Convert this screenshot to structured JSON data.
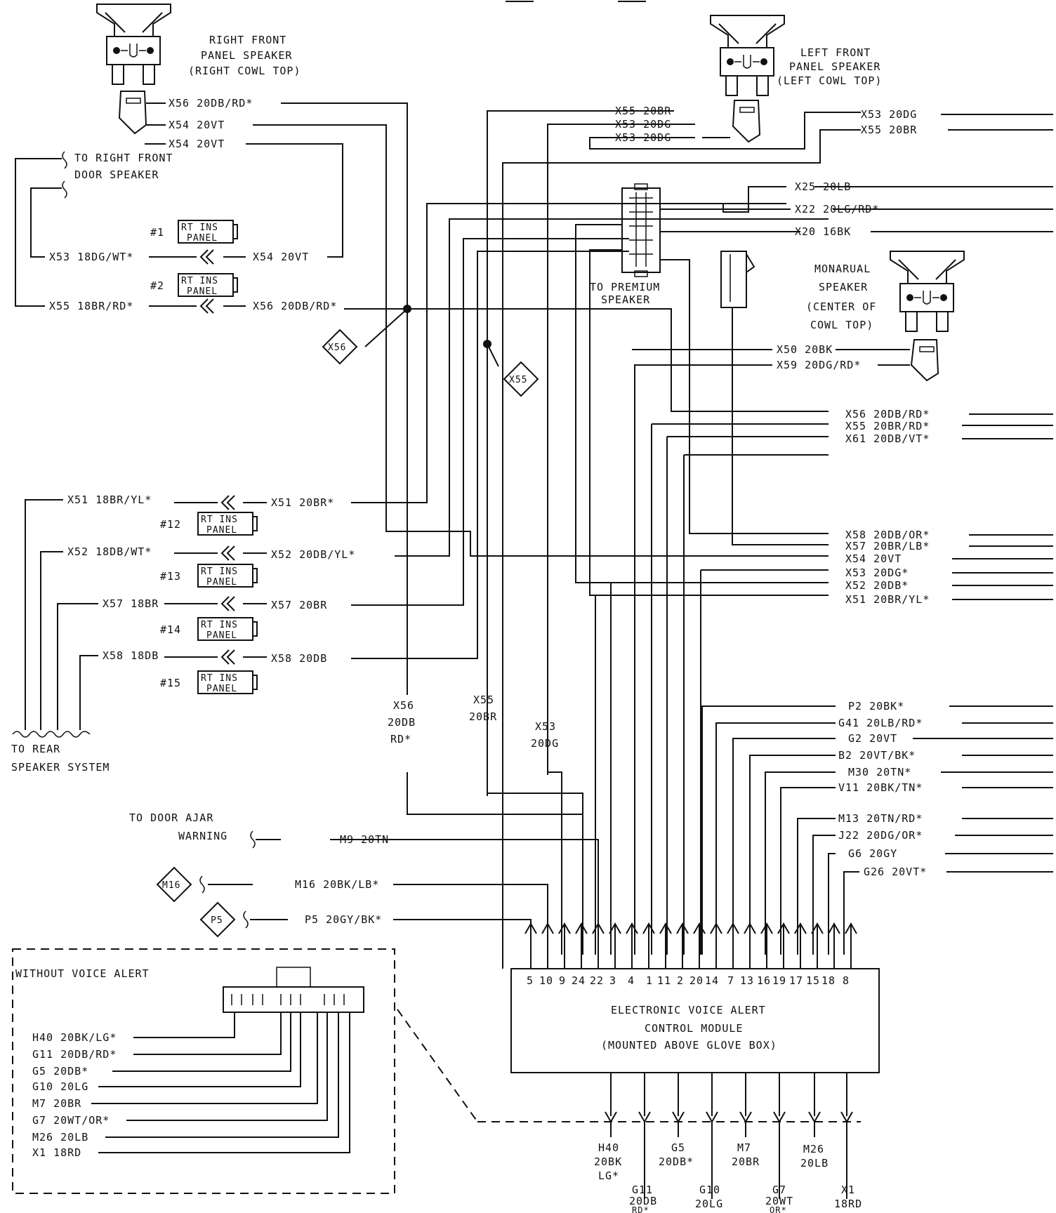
{
  "labels": {
    "rf_speaker": [
      "RIGHT FRONT",
      "PANEL SPEAKER",
      "(RIGHT COWL TOP)"
    ],
    "lf_speaker": [
      "LEFT FRONT",
      "PANEL SPEAKER",
      "(LEFT COWL TOP)"
    ],
    "mono_speaker": [
      "MONARUAL",
      "SPEAKER",
      "(CENTER OF",
      "COWL TOP)"
    ],
    "rf_door": [
      "TO RIGHT FRONT",
      "DOOR SPEAKER"
    ],
    "premium": [
      "TO PREMIUM",
      "SPEAKER"
    ],
    "rear": [
      "TO REAR",
      "SPEAKER SYSTEM"
    ],
    "door_ajar": [
      "TO DOOR AJAR",
      "WARNING"
    ],
    "module": [
      "ELECTRONIC VOICE ALERT",
      "CONTROL MODULE",
      "(MOUNTED ABOVE GLOVE BOX)"
    ],
    "without": "WITHOUT VOICE ALERT",
    "rt_ins": [
      "RT INS",
      "PANEL"
    ]
  },
  "splices": {
    "x56": "X56",
    "x55": "X55",
    "m16": "M16",
    "p5": "P5"
  },
  "panel_refs": {
    "n1": "#1",
    "n2": "#2",
    "n12": "#12",
    "n13": "#13",
    "n14": "#14",
    "n15": "#15"
  },
  "wires": {
    "rf_x56": "X56 20DB/RD*",
    "rf_x54a": "X54 20VT",
    "rf_x54b": "X54 20VT",
    "x53_18": "X53 18DG/WT*",
    "x54_20": "X54 20VT",
    "x55_18": "X55 18BR/RD*",
    "x56_20": "X56 20DB/RD*",
    "lf_x55": "X55 20BR",
    "lf_x53a": "X53 20DG",
    "lf_x53b": "X53 20DG",
    "r_x53": "X53 20DG",
    "r_x55": "X55 20BR",
    "r_x25": "X25 20LB",
    "r_x22": "X22 20LG/RD*",
    "r_x20": "X20 16BK",
    "r_x50": "X50 20BK",
    "r_x59": "X59 20DG/RD*",
    "r_x56": "X56 20DB/RD*",
    "r_x55b": "X55 20BR/RD*",
    "r_x61": "X61 20DB/VT*",
    "r_x58": "X58 20DB/OR*",
    "r_x57": "X57 20BR/LB*",
    "r_x54": "X54 20VT",
    "r_x53b": "X53 20DG*",
    "r_x52": "X52 20DB*",
    "r_x51": "X51 20BR/YL*",
    "l_x51": "X51 18BR/YL*",
    "l_x52": "X52 18DB/WT*",
    "l_x57": "X57 18BR",
    "l_x58": "X58 18DB",
    "m_x51": "X51 20BR*",
    "m_x52": "X52 20DB/YL*",
    "m_x57": "X57 20BR",
    "m_x58": "X58 20DB",
    "v_x56": [
      "X56",
      "20DB",
      "RD*"
    ],
    "v_x55": [
      "X55",
      "20BR"
    ],
    "v_x53": [
      "X53",
      "20DG"
    ],
    "p2": "P2 20BK*",
    "g41": "G41 20LB/RD*",
    "g2": "G2 20VT",
    "b2": "B2 20VT/BK*",
    "m30": "M30 20TN*",
    "v11": "V11 20BK/TN*",
    "m13": "M13 20TN/RD*",
    "j22": "J22 20DG/OR*",
    "g6": "G6 20GY",
    "g26": "G26 20VT*",
    "m9": "M9 20TN",
    "m16": "M16 20BK/LB*",
    "p5": "P5 20GY/BK*",
    "wo_h40": "H40 20BK/LG*",
    "wo_g11": "G11 20DB/RD*",
    "wo_g5": "G5 20DB*",
    "wo_g10": "G10 20LG",
    "wo_m7": "M7 20BR",
    "wo_g7": "G7 20WT/OR*",
    "wo_m26": "M26 20LB",
    "wo_x1": "X1 18RD",
    "b_h40": [
      "H40",
      "20BK",
      "LG*"
    ],
    "b_g11": [
      "G11",
      "20DB",
      "RD*"
    ],
    "b_g5": [
      "G5",
      "20DB*"
    ],
    "b_g10": [
      "G10",
      "20LG"
    ],
    "b_m7": [
      "M7",
      "20BR"
    ],
    "b_g7": [
      "G7",
      "20WT",
      "OR*"
    ],
    "b_m26": [
      "M26",
      "20LB"
    ],
    "b_x1": [
      "X1",
      "18RD"
    ]
  },
  "pins": [
    "5",
    "10",
    "9",
    "24",
    "22",
    "3",
    "4",
    "1",
    "11",
    "2",
    "20",
    "14",
    "7",
    "13",
    "16",
    "19",
    "17",
    "15",
    "18",
    "8"
  ]
}
